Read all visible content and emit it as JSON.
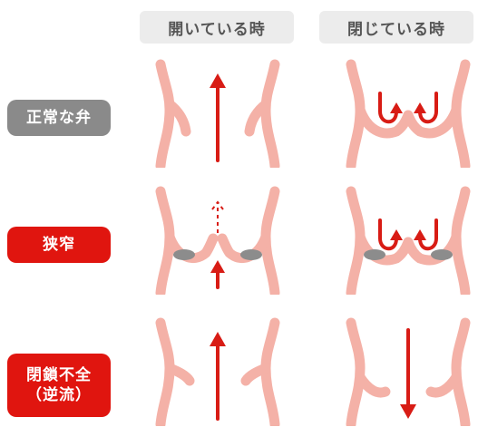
{
  "headers": {
    "open": "開いている時",
    "closed": "閉じている時"
  },
  "rows": [
    {
      "label_line1": "正常な弁",
      "label_line2": ""
    },
    {
      "label_line1": "狭窄",
      "label_line2": ""
    },
    {
      "label_line1": "閉鎖不全",
      "label_line2": "（逆流）"
    }
  ],
  "colors": {
    "wall": "#f4b1a7",
    "arrow": "#d81c15",
    "calcification": "#8c8c8c",
    "label_gray": "#8a8a8a",
    "label_red": "#e0150f",
    "header_bg": "#ececec"
  }
}
